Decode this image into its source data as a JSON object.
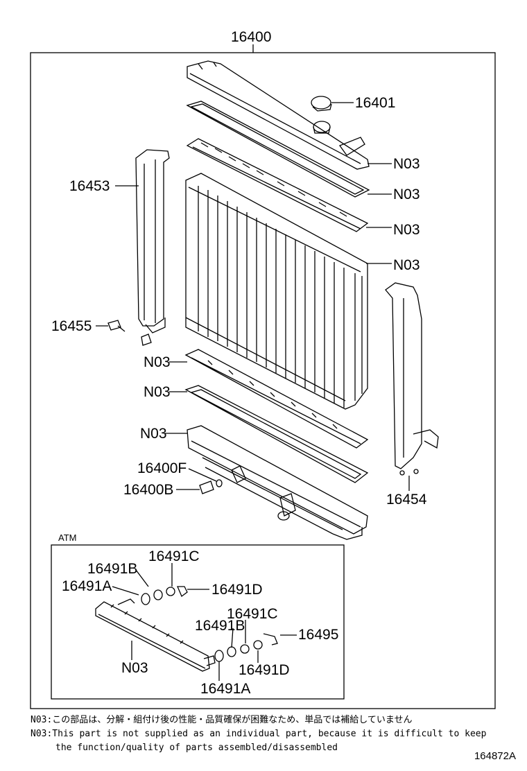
{
  "assembly_label": "16400",
  "labels": {
    "p16401": "16401",
    "p16453": "16453",
    "p16455": "16455",
    "p16454": "16454",
    "p16400F": "16400F",
    "p16400B": "16400B",
    "n03_right_1": "N03",
    "n03_right_2": "N03",
    "n03_right_3": "N03",
    "n03_right_4": "N03",
    "n03_left_1": "N03",
    "n03_left_2": "N03",
    "n03_left_3": "N03"
  },
  "atm": {
    "title": "ATM",
    "p16491B_1": "16491B",
    "p16491C_1": "16491C",
    "p16491A_1": "16491A",
    "p16491D_1": "16491D",
    "p16491C_2": "16491C",
    "p16491B_2": "16491B",
    "p16495": "16495",
    "p16491D_2": "16491D",
    "p16491A_2": "16491A",
    "n03_cooler": "N03"
  },
  "notes": {
    "line1": "N03:この部品は、分解・組付け後の性能・品質確保が困難なため、単品では補給していません",
    "line2": "N03:This part is not supplied as an individual part, because it is difficult to keep",
    "line3": "the function/quality of parts assembled/disassembled"
  },
  "diagram_id": "164872A"
}
